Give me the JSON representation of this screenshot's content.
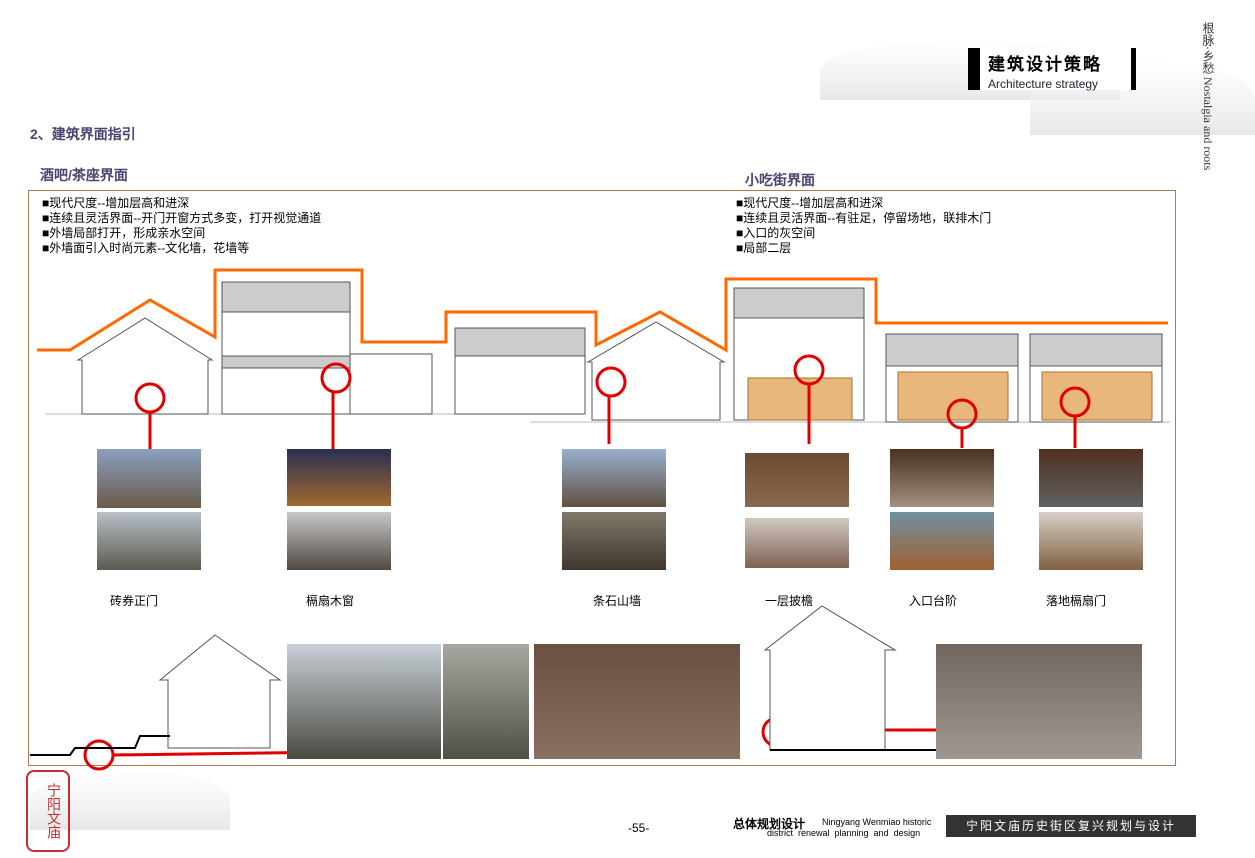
{
  "header": {
    "title_cn": "建筑设计策略",
    "title_en": "Architecture strategy",
    "side_text": "根脉·乡愁 Nostalgia and roots"
  },
  "section_title": "2、建筑界面指引",
  "left": {
    "heading": "酒吧/茶座界面",
    "bullets": [
      "■现代尺度--增加层高和进深",
      "■连续且灵活界面--开门开窗方式多变，打开视觉通道",
      "■外墙局部打开，形成亲水空间",
      "■外墙面引入时尚元素--文化墙，花墙等"
    ]
  },
  "right": {
    "heading": "小吃街界面",
    "bullets": [
      "■现代尺度--增加层高和进深",
      "■连续且灵活界面--有驻足，停留场地，联排木门",
      "■入口的灰空间",
      "■局部二层"
    ]
  },
  "photo_labels": [
    "砖券正门",
    "槅扇木窗",
    "条石山墙",
    "一层披檐",
    "入口台阶",
    "落地槅扇门"
  ],
  "stamp": "宁阳文庙",
  "footer": {
    "page": "-55-",
    "plan_cn": "总体规划设计",
    "plan_en_1": "Ningyang Wenmiao historic",
    "plan_en_2": "district  renewal  planning  and  design",
    "project": "宁阳文庙历史街区复兴规划与设计"
  },
  "colors": {
    "accent_line": "#ff6a00",
    "marker": "#e00000",
    "heading": "#4a4470"
  }
}
